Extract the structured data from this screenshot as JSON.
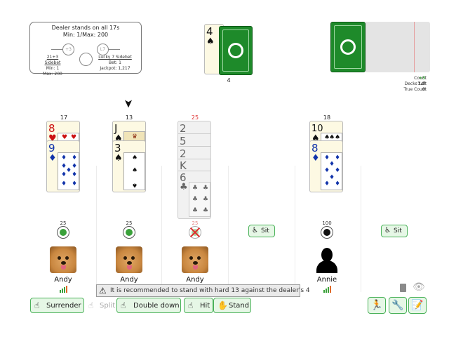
{
  "rules": {
    "line1": "Dealer stands on all 17s",
    "line2": "Min: 1/Max: 200",
    "chip_left": "+3",
    "chip_right": "L7",
    "sidebet1": {
      "title": "21+3 Sidebet",
      "min": "Min: 1",
      "max": "Max: 200"
    },
    "sidebet2": {
      "title": "Lucky 7 Sidebet",
      "bet": "Bet: 1",
      "jackpot": "Jackpot: 1,217"
    }
  },
  "dealer": {
    "score": "4",
    "upcard": {
      "rank": "4",
      "suit": "♠"
    }
  },
  "shoe": {
    "count_label": "Count",
    "count_value": "+3",
    "decks_label": "Decks Left",
    "decks_value": "7.5",
    "true_label": "True Count",
    "true_value": "0"
  },
  "seats": [
    {
      "score": "17",
      "bet": "25",
      "name": "Andy",
      "cards": [
        {
          "rank": "8",
          "suit": "♥"
        },
        {
          "rank": "9",
          "suit": "♦"
        }
      ]
    },
    {
      "score": "13",
      "bet": "25",
      "name": "Andy",
      "active": true,
      "cards": [
        {
          "rank": "J",
          "suit": "♠"
        },
        {
          "rank": "3",
          "suit": "♠"
        }
      ]
    },
    {
      "score": "25",
      "bet": "25",
      "name": "Andy",
      "busted": true,
      "cards": [
        {
          "rank": "2"
        },
        {
          "rank": "5"
        },
        {
          "rank": "2"
        },
        {
          "rank": "K"
        },
        {
          "rank": "6",
          "suit": "♣"
        }
      ]
    },
    {
      "sit_label": "Sit"
    },
    {
      "score": "18",
      "bet": "100",
      "name": "Annie",
      "cards": [
        {
          "rank": "10",
          "suit": "♠"
        },
        {
          "rank": "8",
          "suit": "♦"
        }
      ]
    },
    {
      "sit_label": "Sit"
    }
  ],
  "tip": "It is recommended to stand with hard 13 against the dealer's 4",
  "actions": {
    "surrender": "Surrender",
    "split": "Split",
    "double": "Double down",
    "hit": "Hit",
    "stand": "Stand"
  },
  "colors": {
    "accent": "#4bb25a",
    "card_back": "#1e8a2a",
    "bust": "#e03030",
    "count_positive": "#2e9a2e"
  }
}
